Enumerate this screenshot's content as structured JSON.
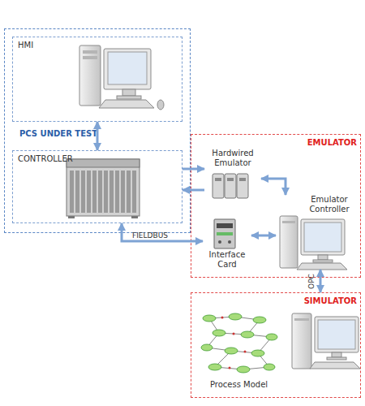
{
  "diagram": {
    "nodes": [
      {
        "text": [
          "PCS UNDER TEST"
        ]
      },
      {
        "text": [
          "HMI"
        ],
        "in": 0
      },
      {
        "text": [
          "CONTROLLER"
        ],
        "in": 0
      },
      {
        "text": [
          "EMULATOR"
        ]
      },
      {
        "text": [
          "Hardwired Emulator"
        ],
        "in": 3
      },
      {
        "text": [
          "Emulator Controller"
        ],
        "in": 3
      },
      {
        "text": [
          "Interface Card"
        ],
        "in": 3
      },
      {
        "text": [
          "SIMULATOR"
        ]
      },
      {
        "text": [
          "Process Model"
        ],
        "in": 7
      }
    ],
    "edges": [
      {
        "from": 1,
        "to": 2,
        "arrow": "both"
      },
      {
        "from": 2,
        "to": 4,
        "arrow": "to"
      },
      {
        "from": 4,
        "to": 2,
        "arrow": "to"
      },
      {
        "from": 4,
        "to": 5,
        "arrow": "both"
      },
      {
        "from": 6,
        "to": 5,
        "arrow": "both"
      },
      {
        "from": 2,
        "to": 6,
        "label": "FIELDBUS",
        "arrow": "both"
      },
      {
        "from": 5,
        "to": 7,
        "label": "OPC",
        "arrow": "both"
      }
    ]
  }
}
